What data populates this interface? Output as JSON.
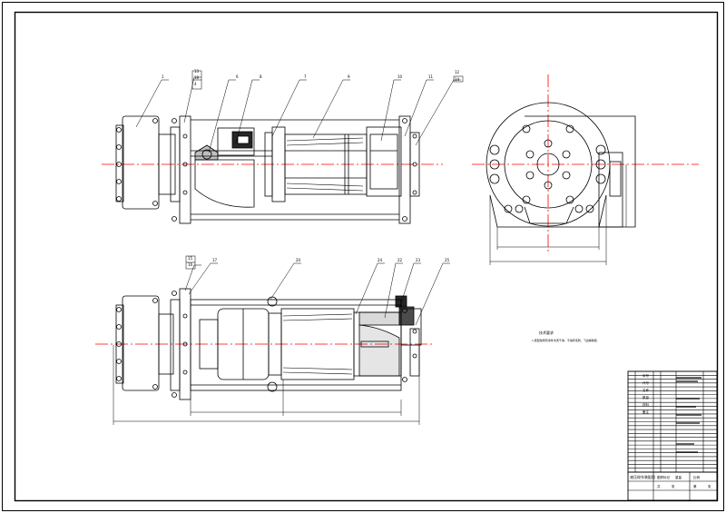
{
  "drawing": {
    "part_labels_top": [
      "1",
      "13",
      "18",
      "4",
      "6",
      "8",
      "7",
      "9",
      "10",
      "11",
      "12",
      "14"
    ],
    "part_labels_bottom": [
      "15",
      "16",
      "17",
      "20",
      "24",
      "22",
      "23",
      "25"
    ],
    "tech_notes_title": "技术要求",
    "tech_notes_text": "1.装配前所有零件清洗干净，不得有毛刺、飞边等缺陷",
    "colors": {
      "line": "#000000",
      "centerline": "#ff0000",
      "paper": "#ffffff"
    }
  },
  "title_block": {
    "rows": 26,
    "left_labels": [
      "序号",
      "代号",
      "名称",
      "数量",
      "材料",
      "备注"
    ],
    "bottom_left_label": "液压绞车装配图",
    "bottom_mid_labels": [
      "图样标记",
      "重量",
      "比例"
    ],
    "bottom_row_labels": [
      "共",
      "张",
      "第",
      "张"
    ]
  }
}
